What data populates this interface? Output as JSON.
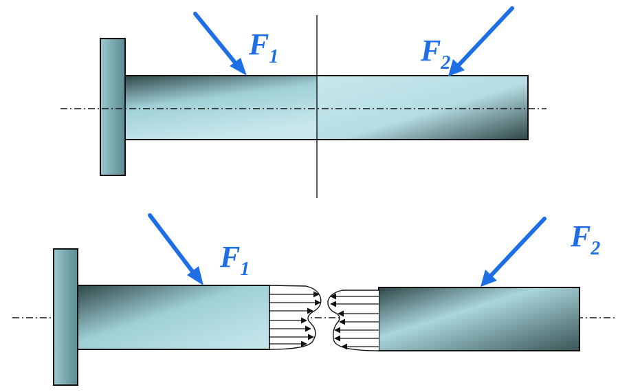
{
  "colors": {
    "background": "#ffffff",
    "force_arrow": "#1e6fe6",
    "label": "#1e6fe6",
    "outline": "#111111",
    "shaft_light": "#bfe1e6",
    "shaft_dark": "#2f4648"
  },
  "forces": {
    "top_f1": {
      "main": "F",
      "sub": "1"
    },
    "top_f2": {
      "main": "F",
      "sub": "2"
    },
    "bottom_f1": {
      "main": "F",
      "sub": "1"
    },
    "bottom_f2": {
      "main": "F",
      "sub": "2"
    }
  }
}
